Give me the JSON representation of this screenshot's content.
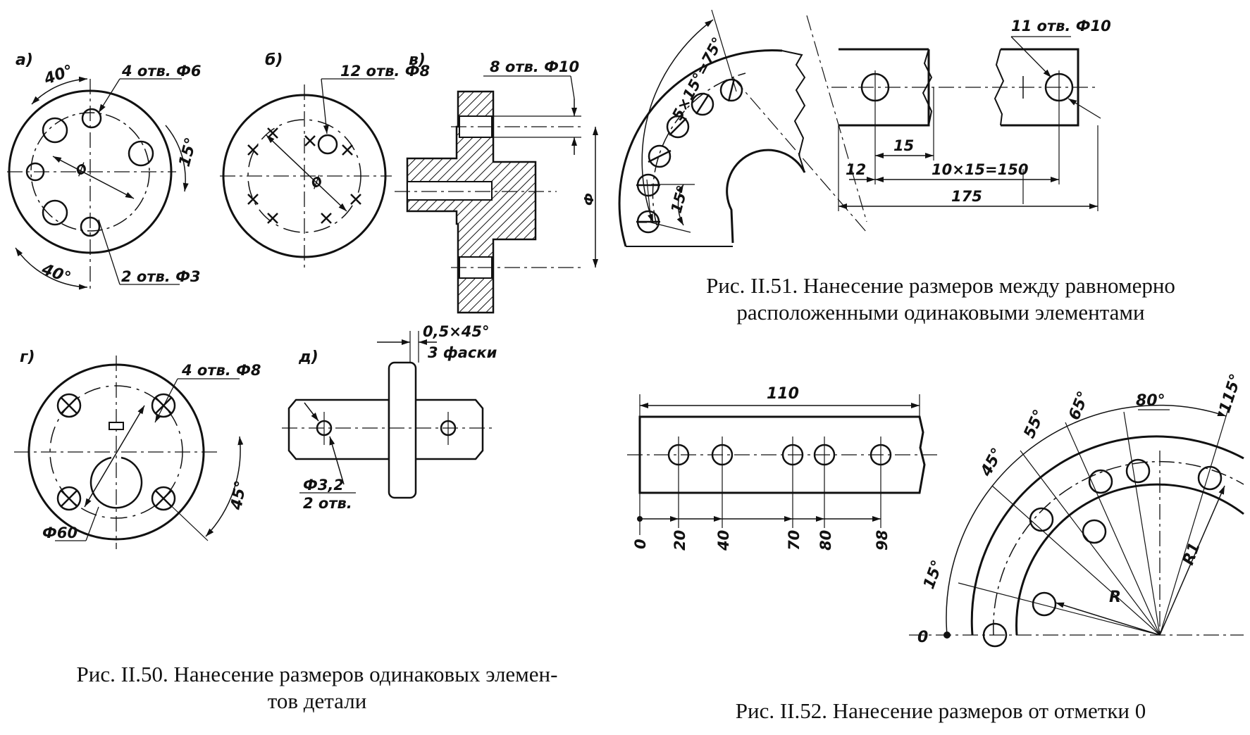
{
  "captions": {
    "fig50_line1": "Рис. II.50. Нанесение размеров одинаковых элемен-",
    "fig50_line2": "тов детали",
    "fig51_line1": "Рис. II.51. Нанесение размеров между равномерно",
    "fig51_line2": "расположенными одинаковыми элементами",
    "fig52": "Рис. II.52. Нанесение размеров от отметки 0"
  },
  "fig50": {
    "a": {
      "label": "а)",
      "angle_top": "40°",
      "angle_bottom": "40°",
      "holes_large": "4 отв. Ф6",
      "holes_small": "2 отв. Ф3",
      "angle_right": "15°",
      "diameter": "Ø"
    },
    "b": {
      "label": "б)",
      "holes": "12 отв. Ф8",
      "diameter": "Ø"
    },
    "v": {
      "label": "в)",
      "holes": "8 отв. Ф10",
      "diameter": "Ф"
    },
    "g": {
      "label": "г)",
      "holes": "4 отв. Ф8",
      "angle": "45°",
      "diameter": "Ф60"
    },
    "d": {
      "label": "д)",
      "chamfer": "0,5×45°",
      "chamfer_count": "3 фаски",
      "hole_dia": "Ф3,2",
      "hole_count": "2 отв."
    }
  },
  "fig51": {
    "arc_total": "5×15°=75°",
    "arc_step": "15°",
    "holes": "11 отв. Ф10",
    "dim_15": "15",
    "dim_12": "12",
    "dim_pitch": "10×15=150",
    "dim_total": "175"
  },
  "fig52": {
    "plate_length": "110",
    "linear_marks": [
      "0",
      "20",
      "40",
      "70",
      "80",
      "98"
    ],
    "angle_marks": [
      "0",
      "15°",
      "45°",
      "55°",
      "65°",
      "80°",
      "115°"
    ],
    "radius": "R",
    "radius_outer": "R1"
  }
}
